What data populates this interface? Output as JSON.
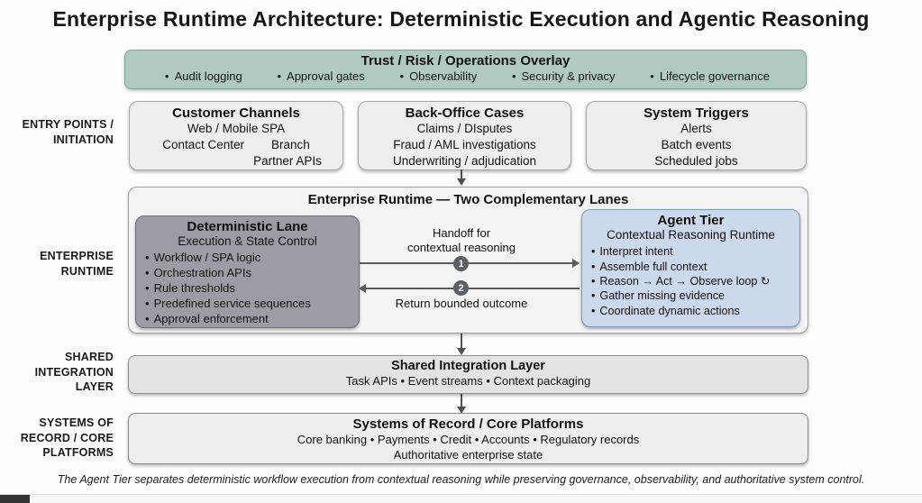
{
  "title": "Enterprise Runtime Architecture: Deterministic Execution and Agentic Reasoning",
  "overlay": {
    "title": "Trust / Risk / Operations Overlay",
    "items": [
      "Audit logging",
      "Approval gates",
      "Observability",
      "Security & privacy",
      "Lifecycle governance"
    ]
  },
  "row_labels": {
    "entry": "ENTRY POINTS /\nINITIATION",
    "runtime": "ENTERPRISE\nRUNTIME",
    "integration": "SHARED\nINTEGRATION\nLAYER",
    "systems": "SYSTEMS OF\nRECORD / CORE\nPLATFORMS"
  },
  "entry_boxes": [
    {
      "title": "Customer Channels",
      "lines": [
        "Web / Mobile SPA",
        "Contact Center        Branch",
        "Partner APIs"
      ]
    },
    {
      "title": "Back-Office Cases",
      "lines": [
        "Claims / DIsputes",
        "Fraud / AML investigations",
        "Underwriting / adjudication"
      ]
    },
    {
      "title": "System Triggers",
      "lines": [
        "Alerts",
        "Batch events",
        "Scheduled jobs"
      ]
    }
  ],
  "runtime": {
    "title": "Enterprise Runtime — Two Complementary Lanes",
    "deterministic": {
      "title": "Deterministic Lane",
      "subtitle": "Execution & State Control",
      "bullets": [
        "Workflow / SPA logic",
        "Orchestration APIs",
        "Rule thresholds",
        "Predefined service sequences",
        "Approval enforcement"
      ]
    },
    "agent": {
      "title": "Agent Tier",
      "subtitle": "Contextual Reasoning Runtime",
      "bullets": [
        "Interpret intent",
        "Assemble full context",
        "Reason → Act → Observe loop ↻",
        "Gather missing evidence",
        "Coordinate dynamic actions"
      ]
    },
    "handoff": {
      "label": "Handoff for\ncontextual reasoning",
      "badge": "1"
    },
    "return": {
      "label": "Return bounded outcome",
      "badge": "2"
    }
  },
  "integration": {
    "title": "Shared Integration Layer",
    "items_line": "Task APIs  •  Event streams  •  Context packaging"
  },
  "systems": {
    "title": "Systems of Record / Core Platforms",
    "items_line": "Core banking  •  Payments  •  Credit  •  Accounts  •  Regulatory records",
    "subline": "Authoritative enterprise state"
  },
  "caption": "The Agent Tier separates deterministic workflow execution from contextual reasoning while preserving governance, observability, and authoritative system control.",
  "colors": {
    "overlay_teal": "#b0c9c5",
    "deterministic_gray": "#9c9ca4",
    "agent_blue": "#ccd9ed",
    "box_gray": "#eeeeee",
    "arrow": "#5a5a5a",
    "badge": "#5b6067"
  }
}
